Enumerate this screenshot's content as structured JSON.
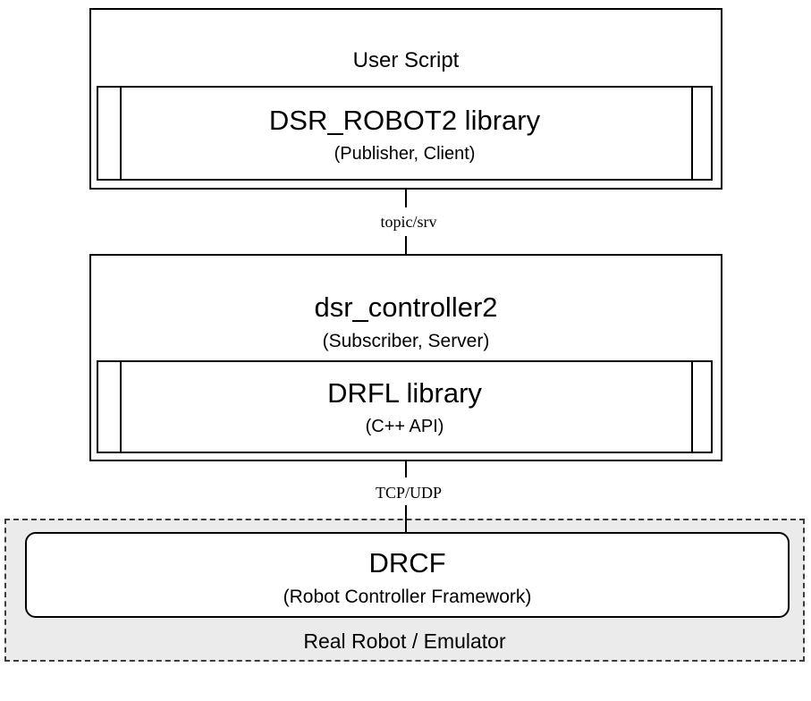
{
  "diagram": {
    "user_script": {
      "title": "User Script",
      "library": {
        "title": "DSR_ROBOT2 library",
        "subtitle": "(Publisher, Client)"
      }
    },
    "connectors": {
      "top_label": "topic/srv",
      "bottom_label": "TCP/UDP"
    },
    "controller": {
      "title": "dsr_controller2",
      "subtitle": "(Subscriber, Server)",
      "library": {
        "title": "DRFL library",
        "subtitle": "(C++ API)"
      }
    },
    "robot": {
      "drcf_title": "DRCF",
      "drcf_subtitle": "(Robot Controller Framework)",
      "caption": "Real Robot / Emulator"
    },
    "colors": {
      "box_border": "#000000",
      "robot_region_fill": "#ebebeb",
      "robot_region_border": "#3c3c3c",
      "background": "#ffffff"
    }
  }
}
